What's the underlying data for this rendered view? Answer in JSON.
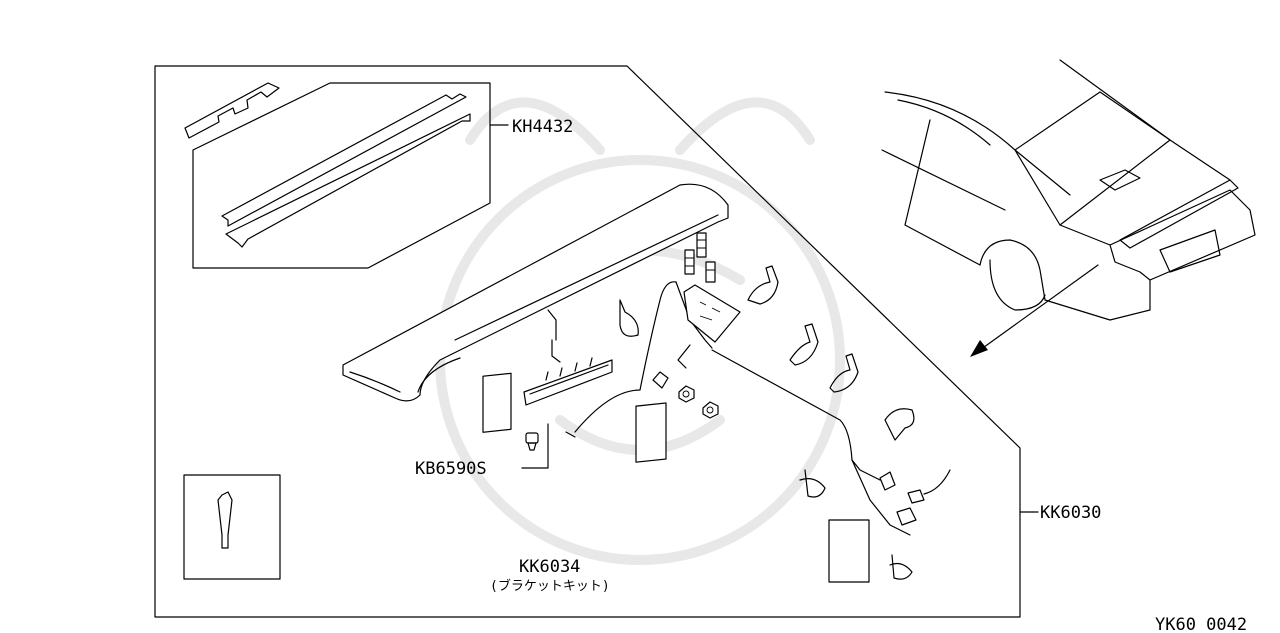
{
  "labels": {
    "kh4432": "KH4432",
    "kb6590s": "KB6590S",
    "kk6030": "KK6030",
    "kk6034": "KK6034",
    "kk6034_sub": "(ブラケットキット)",
    "figure_id": "YK60_0042"
  }
}
